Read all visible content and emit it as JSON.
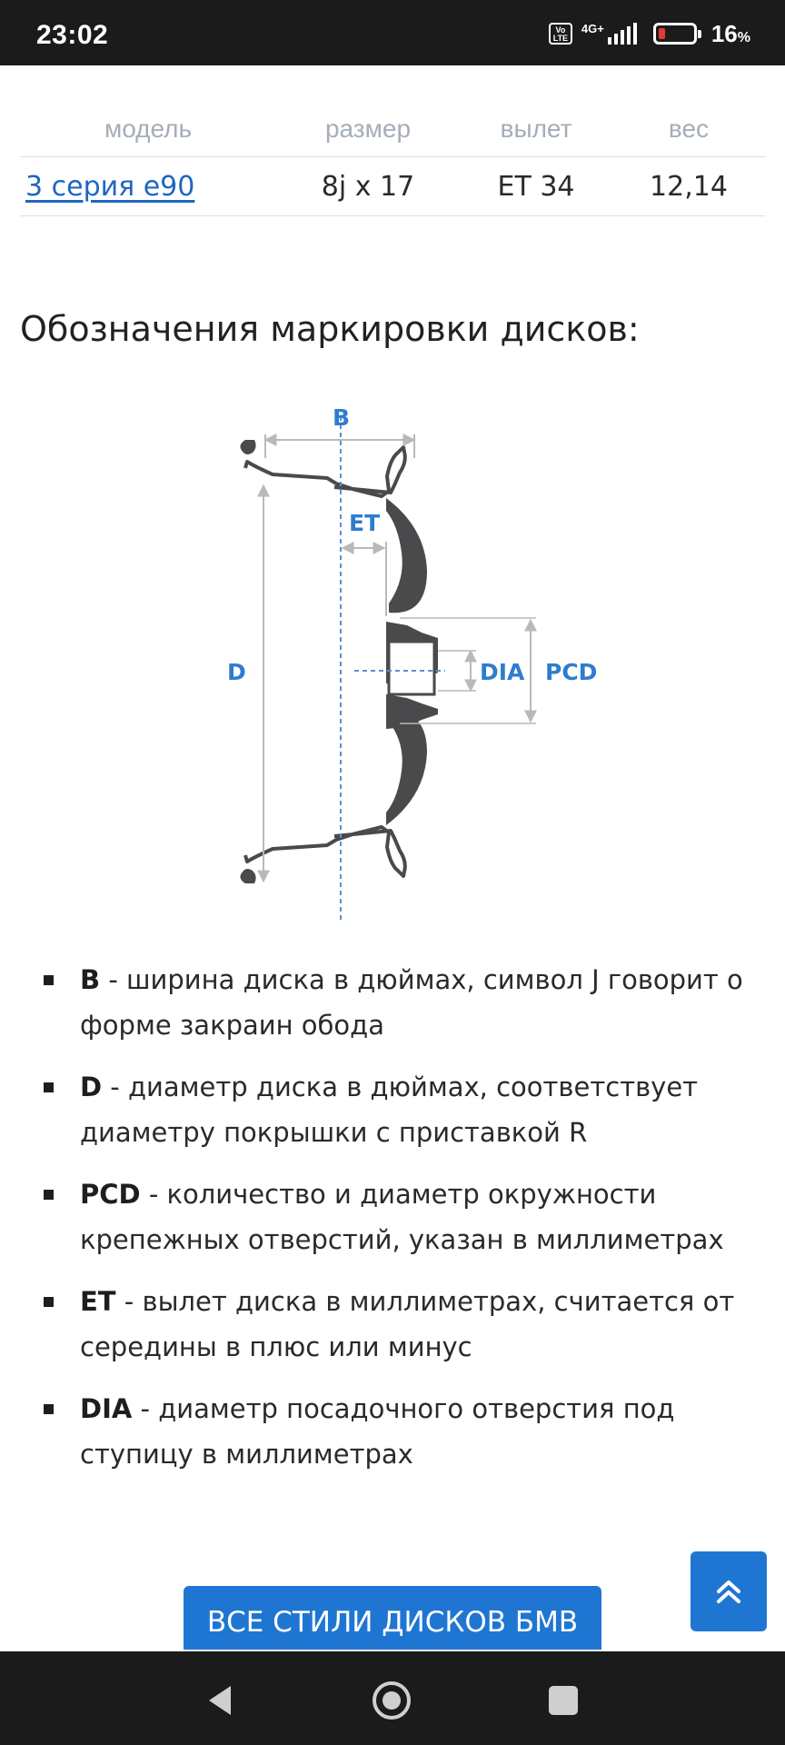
{
  "status_bar": {
    "time": "23:02",
    "volte": "Vo LTE",
    "network": "4G+",
    "battery_level_percent": 16,
    "battery_text": "16",
    "battery_unit": "%"
  },
  "spec_table": {
    "headers": [
      "модель",
      "размер",
      "вылет",
      "вес"
    ],
    "rows": [
      {
        "model": "3 серия e90",
        "size": "8j x 17",
        "offset": "ET 34",
        "weight": "12,14"
      }
    ]
  },
  "section_title": "Обозначения маркировки дисков:",
  "diagram": {
    "labels": {
      "b": "B",
      "et": "ET",
      "d": "D",
      "dia": "DIA",
      "pcd": "PCD"
    },
    "colors": {
      "label": "#2e7ccf",
      "rim": "#4a4a4d",
      "dimension": "#b9b9b9"
    }
  },
  "legend": [
    {
      "term": "B",
      "text": " - ширина диска в дюймах, символ J говорит о форме закраин обода"
    },
    {
      "term": "D",
      "text": " - диаметр диска в дюймах, соответствует диаметру покрышки с приставкой R"
    },
    {
      "term": "PCD",
      "text": " - количество и диаметр окружности крепежных отверстий, указан в миллиметрах"
    },
    {
      "term": "ET",
      "text": " - вылет диска в миллиметрах, считается от середины в плюс или минус"
    },
    {
      "term": "DIA",
      "text": " - диаметр посадочного отверстия под ступицу в миллиметрах"
    }
  ],
  "buttons": {
    "all_styles": "ВСЕ СТИЛИ ДИСКОВ БМВ",
    "scroll_top_icon": "double-chevron-up-icon"
  },
  "nav_bar": {
    "back_icon": "back-triangle-icon",
    "home_icon": "home-circle-icon",
    "recents_icon": "recents-square-icon"
  },
  "colors": {
    "accent": "#1f76d2",
    "link": "#1f66c1",
    "header_text": "#a5adb8",
    "system_bar": "#1b1b1b",
    "battery_low": "#e53935"
  }
}
